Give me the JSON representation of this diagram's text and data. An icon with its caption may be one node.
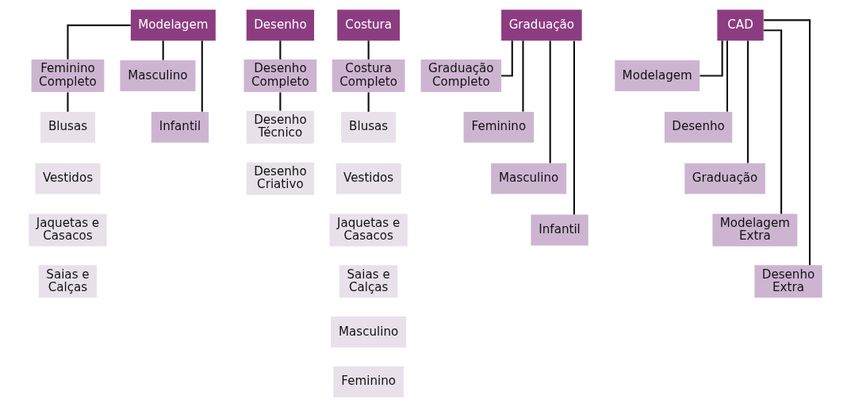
{
  "diagram": {
    "nodes": [
      {
        "text": [
          "Modelagem"
        ]
      },
      {
        "text": [
          "Feminino Completo"
        ]
      },
      {
        "text": [
          "Masculino"
        ]
      },
      {
        "text": [
          "Infantil"
        ]
      },
      {
        "text": [
          "Blusas"
        ]
      },
      {
        "text": [
          "Vestidos"
        ]
      },
      {
        "text": [
          "Jaquetas e Casacos"
        ]
      },
      {
        "text": [
          "Saias e Calças"
        ]
      },
      {
        "text": [
          "Desenho"
        ]
      },
      {
        "text": [
          "Desenho Completo"
        ]
      },
      {
        "text": [
          "Desenho Técnico"
        ]
      },
      {
        "text": [
          "Desenho Criativo"
        ]
      },
      {
        "text": [
          "Costura"
        ]
      },
      {
        "text": [
          "Costura Completo"
        ]
      },
      {
        "text": [
          "Blusas"
        ]
      },
      {
        "text": [
          "Vestidos"
        ]
      },
      {
        "text": [
          "Jaquetas e Casacos"
        ]
      },
      {
        "text": [
          "Saias e Calças"
        ]
      },
      {
        "text": [
          "Masculino"
        ]
      },
      {
        "text": [
          "Feminino"
        ]
      },
      {
        "text": [
          "Graduação"
        ]
      },
      {
        "text": [
          "Graduação Completo"
        ]
      },
      {
        "text": [
          "Feminino"
        ]
      },
      {
        "text": [
          "Masculino"
        ]
      },
      {
        "text": [
          "Infantil"
        ]
      },
      {
        "text": [
          "CAD"
        ]
      },
      {
        "text": [
          "Modelagem"
        ]
      },
      {
        "text": [
          "Desenho"
        ]
      },
      {
        "text": [
          "Graduação"
        ]
      },
      {
        "text": [
          "Modelagem Extra"
        ]
      },
      {
        "text": [
          "Desenho Extra"
        ]
      }
    ],
    "edges": [
      {
        "from": 0,
        "to": 1,
        "arrow": "none"
      },
      {
        "from": 0,
        "to": 2,
        "arrow": "none"
      },
      {
        "from": 0,
        "to": 3,
        "arrow": "none"
      },
      {
        "from": 1,
        "to": 4,
        "arrow": "none"
      },
      {
        "from": 8,
        "to": 9,
        "arrow": "none"
      },
      {
        "from": 9,
        "to": 10,
        "arrow": "none"
      },
      {
        "from": 12,
        "to": 13,
        "arrow": "none"
      },
      {
        "from": 13,
        "to": 14,
        "arrow": "none"
      },
      {
        "from": 20,
        "to": 21,
        "arrow": "none"
      },
      {
        "from": 20,
        "to": 22,
        "arrow": "none"
      },
      {
        "from": 20,
        "to": 23,
        "arrow": "none"
      },
      {
        "from": 20,
        "to": 24,
        "arrow": "none"
      },
      {
        "from": 25,
        "to": 26,
        "arrow": "none"
      },
      {
        "from": 25,
        "to": 27,
        "arrow": "none"
      },
      {
        "from": 25,
        "to": 28,
        "arrow": "none"
      },
      {
        "from": 25,
        "to": 29,
        "arrow": "none"
      },
      {
        "from": 25,
        "to": 30,
        "arrow": "none"
      }
    ]
  }
}
